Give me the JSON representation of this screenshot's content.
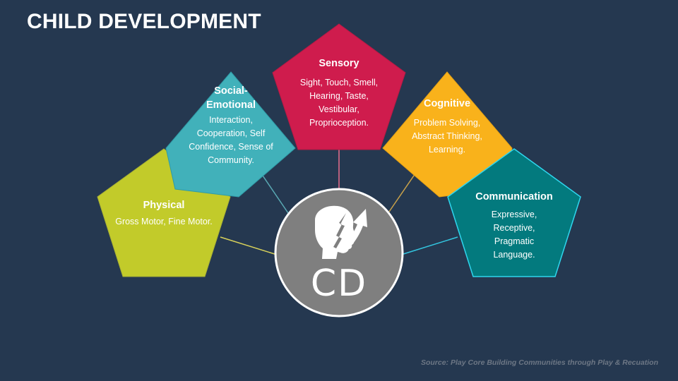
{
  "title": "CHILD DEVELOPMENT",
  "source": "Source: Play Core Building Communities through Play & Recuation",
  "center": {
    "label": "CD",
    "icon": "head-with-arrow-icon",
    "fill": "#7f7f7f"
  },
  "categories": [
    {
      "id": "physical",
      "heading": "Physical",
      "body": "Gross Motor, Fine Motor.",
      "color": "#c2cb2a",
      "line_color": "#d8d15a"
    },
    {
      "id": "social-emotional",
      "heading": "Social-Emotional",
      "body": "Interaction, Cooperation, Self Confidence, Sense of Community.",
      "color": "#41b1ba",
      "line_color": "#5aaab4"
    },
    {
      "id": "sensory",
      "heading": "Sensory",
      "body": "Sight, Touch, Smell, Hearing, Taste, Vestibular, Proprioception.",
      "color": "#cf1c4d",
      "line_color": "#e86d8c"
    },
    {
      "id": "cognitive",
      "heading": "Cognitive",
      "body": "Problem Solving, Abstract Thinking, Learning.",
      "color": "#f9b21b",
      "line_color": "#c9a24a"
    },
    {
      "id": "communication",
      "heading": "Communication",
      "body": "Expressive, Receptive, Pragmatic Language.",
      "color": "#037a7e",
      "line_color": "#33c6e0"
    }
  ]
}
